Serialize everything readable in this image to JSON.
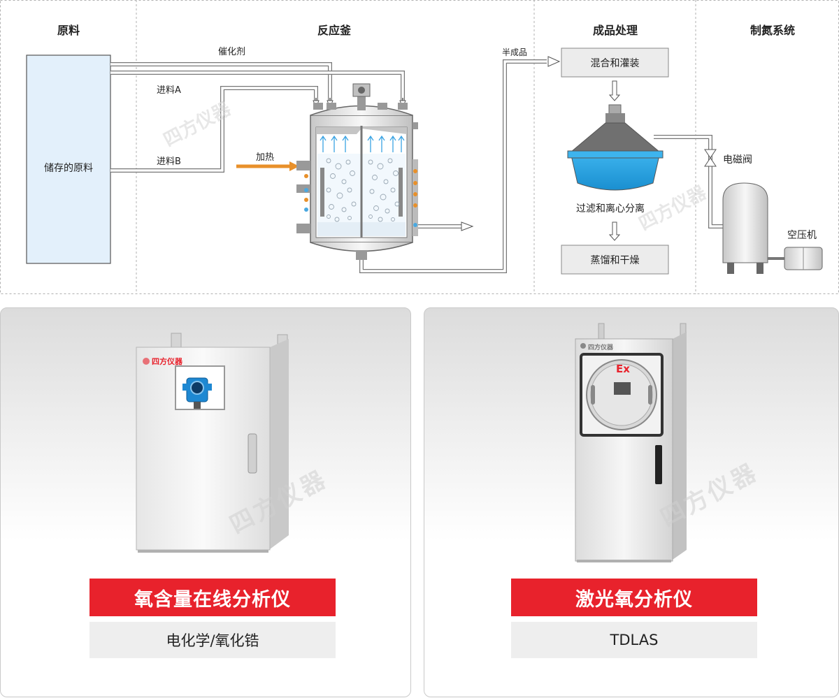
{
  "diagram": {
    "sections": {
      "raw": "原料",
      "reactor": "反应釜",
      "finishing": "成品处理",
      "nitrogen": "制氮系统"
    },
    "storage_label": "储存的原料",
    "feed_catalyst": "催化剂",
    "feed_a": "进料A",
    "feed_b": "进料B",
    "heating": "加热",
    "semi_product": "半成品",
    "mix_fill": "混合和灌装",
    "filter_centrifuge": "过滤和离心分离",
    "distill_dry": "蒸馏和干燥",
    "solenoid_valve": "电磁阀",
    "air_compressor": "空压机",
    "colors": {
      "pipe": "#555555",
      "storage_fill": "#e3f0fb",
      "heating_arrow": "#e8902a",
      "liquid": "#29a6e6",
      "accent_red": "#e8222c"
    }
  },
  "watermark": "四方仪器",
  "products": [
    {
      "brand": "四方仪器",
      "name": "氧含量在线分析仪",
      "tech": "电化学/氧化锆"
    },
    {
      "brand": "四方仪器",
      "name": "激光氧分析仪",
      "tech": "TDLAS",
      "ex_mark": "Ex"
    }
  ]
}
